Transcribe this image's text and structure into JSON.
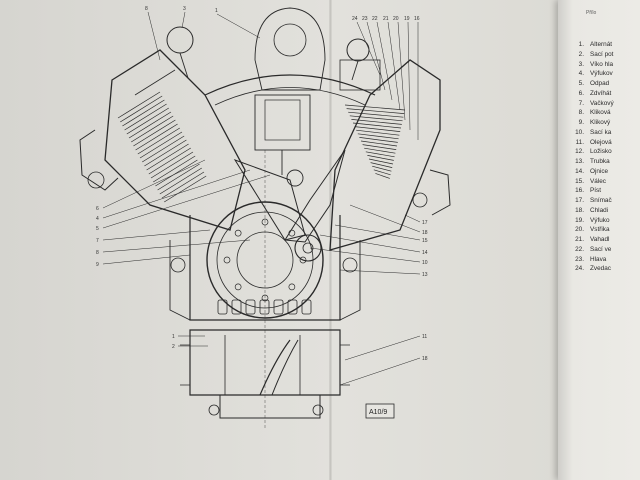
{
  "plate_label": "A10/9",
  "legend_header": "Přílo",
  "legend": [
    {
      "num": "1.",
      "label": "Alternát"
    },
    {
      "num": "2.",
      "label": "Sací pot"
    },
    {
      "num": "3.",
      "label": "Víko hla"
    },
    {
      "num": "4.",
      "label": "Výfukov"
    },
    {
      "num": "5.",
      "label": "Odpad"
    },
    {
      "num": "6.",
      "label": "Zdvíhát"
    },
    {
      "num": "7.",
      "label": "Vačkový"
    },
    {
      "num": "8.",
      "label": "Kliková"
    },
    {
      "num": "9.",
      "label": "Klikový"
    },
    {
      "num": "10.",
      "label": "Sací ka"
    },
    {
      "num": "11.",
      "label": "Olejová"
    },
    {
      "num": "12.",
      "label": "Ložisko"
    },
    {
      "num": "13.",
      "label": "Trubka"
    },
    {
      "num": "14.",
      "label": "Ojnice"
    },
    {
      "num": "15.",
      "label": "Válec"
    },
    {
      "num": "16.",
      "label": "Píst"
    },
    {
      "num": "17.",
      "label": "Snímač"
    },
    {
      "num": "18.",
      "label": "Chladi"
    },
    {
      "num": "19.",
      "label": "Výfuko"
    },
    {
      "num": "20.",
      "label": "Vstřika"
    },
    {
      "num": "21.",
      "label": "Vahadl"
    },
    {
      "num": "22.",
      "label": "Sací ve"
    },
    {
      "num": "23.",
      "label": "Hlava"
    },
    {
      "num": "24.",
      "label": "Zvedac"
    }
  ],
  "callouts_top": [
    "8",
    "3",
    "1",
    "24",
    "23",
    "22",
    "21",
    "20",
    "19",
    "16"
  ],
  "callouts_left": [
    "6",
    "4",
    "5",
    "7",
    "8",
    "9"
  ],
  "callouts_right": [
    "17",
    "18",
    "15",
    "14",
    "10",
    "13",
    "11",
    "18"
  ],
  "callouts_bottom_left": [
    "1",
    "2"
  ]
}
